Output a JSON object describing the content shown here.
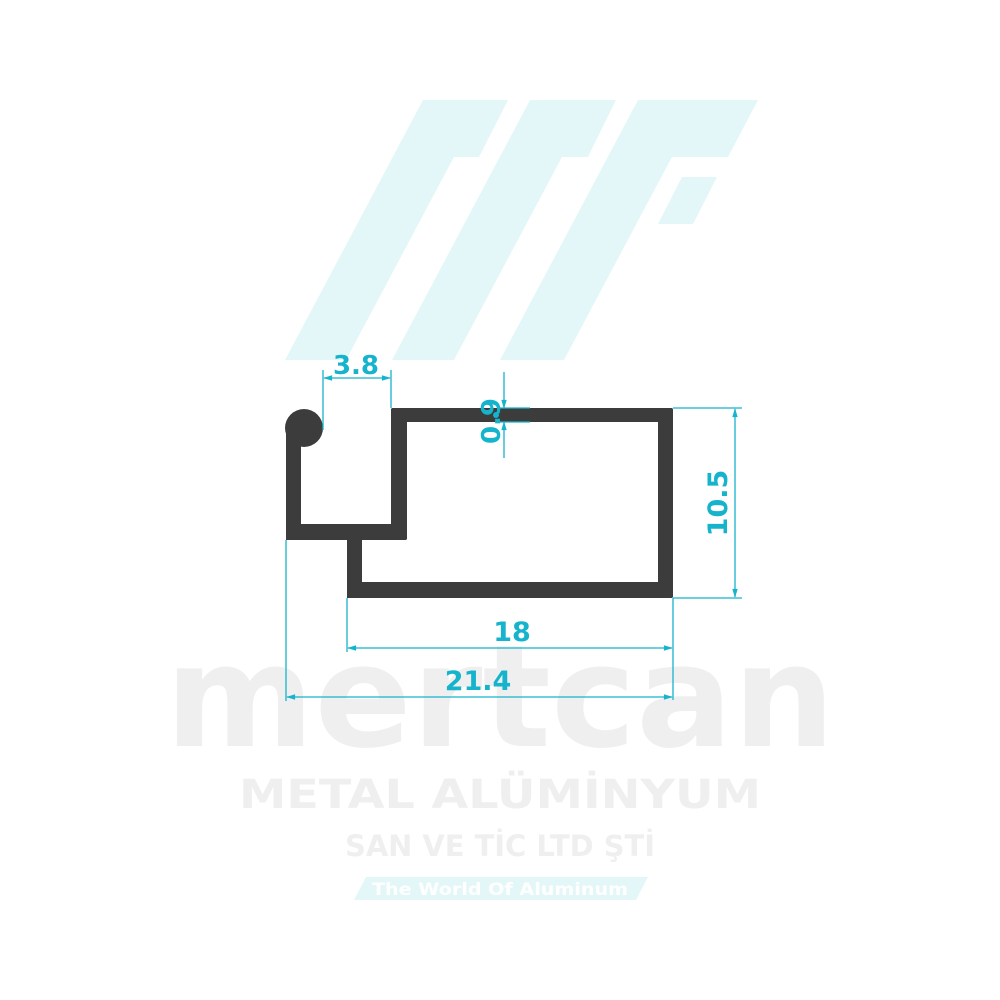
{
  "colors": {
    "profile": "#3c3c3c",
    "dimension": "#16b4cc",
    "logo_tint": "#e3f7f8",
    "watermark_text": "#efefef",
    "background": "#ffffff"
  },
  "logo": {
    "icon": "mertcan-logo-icon"
  },
  "profile": {
    "description": "Aluminium profile cross-section",
    "dimensions": {
      "lip_width": "3.8",
      "wall_thickness": "0.9",
      "height": "10.5",
      "inner_width": "18",
      "overall_width": "21.4"
    }
  },
  "watermark": {
    "brand": "mertcan",
    "company": "METAL ALÜMİNYUM",
    "company_suffix": "SAN VE TİC LTD ŞTİ",
    "slogan": "The World Of Aluminum"
  }
}
